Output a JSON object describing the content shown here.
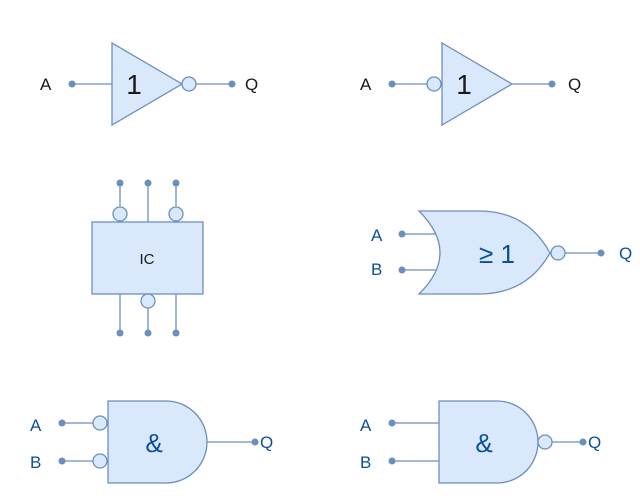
{
  "colors": {
    "fill": "#dae8fc",
    "stroke": "#6c8ebf",
    "label_dark": "#1a1a1a",
    "label_blue": "#0b4f9c"
  },
  "gates": {
    "not_output_inverted": {
      "symbol": "1",
      "input": "A",
      "output": "Q"
    },
    "not_input_inverted": {
      "symbol": "1",
      "input": "A",
      "output": "Q"
    },
    "ic": {
      "label": "IC"
    },
    "nor": {
      "symbol": "≥ 1",
      "input_a": "A",
      "input_b": "B",
      "output": "Q"
    },
    "and_inverted_inputs": {
      "symbol": "&",
      "input_a": "A",
      "input_b": "B",
      "output": "Q"
    },
    "nand": {
      "symbol": "&",
      "input_a": "A",
      "input_b": "B",
      "output": "Q"
    }
  }
}
